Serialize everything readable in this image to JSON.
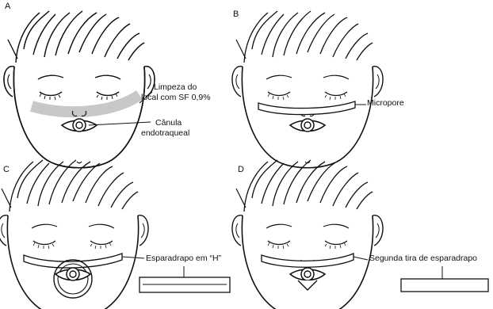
{
  "panels": {
    "a": {
      "letter": "A",
      "label_cleaning_l1": "Limpeza do",
      "label_cleaning_l2": "local com SF 0,9%",
      "label_tube_l1": "Cânula",
      "label_tube_l2": "endotraqueal"
    },
    "b": {
      "letter": "B",
      "label_tape": "Micropore"
    },
    "c": {
      "letter": "C",
      "label_tape": "Esparadrapo em “H”"
    },
    "d": {
      "letter": "D",
      "label_tape": "Segunda tira de esparadrapo"
    }
  },
  "colors": {
    "ink": "#111111",
    "cleaning_band": "#c8c8c8",
    "background": "#ffffff"
  }
}
